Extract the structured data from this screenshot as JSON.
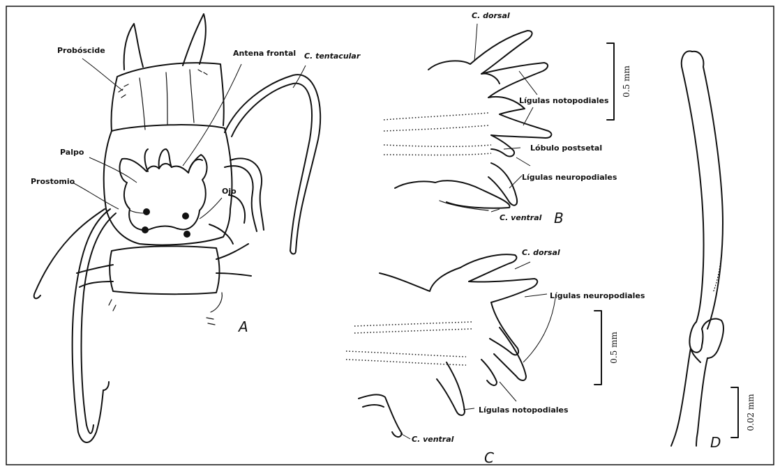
{
  "figure": {
    "panel_a": {
      "letter": "A",
      "labels": {
        "proboscis": "Probóscide",
        "frontal_antenna": "Antena frontal",
        "tentacular_cirrus": "C. tentacular",
        "palp": "Palpo",
        "eye": "Ojo",
        "prostomium": "Prostomio"
      }
    },
    "panel_b": {
      "letter": "B",
      "labels": {
        "dorsal_cirrus": "C. dorsal",
        "notopodial_ligules": "Lígulas notopodiales",
        "postsetal_lobe": "Lóbulo postsetal",
        "neuropodial_ligules": "Lígulas neuropodiales",
        "ventral_cirrus": "C. ventral"
      },
      "scale_bar": "0.5 mm"
    },
    "panel_c": {
      "letter": "C",
      "labels": {
        "dorsal_cirrus": "C. dorsal",
        "neuropodial_ligules": "Lígulas neuropodiales",
        "notopodial_ligules": "Lígulas notopodiales",
        "ventral_cirrus": "C. ventral"
      },
      "scale_bar": "0.5 mm"
    },
    "panel_d": {
      "letter": "D",
      "scale_bar": "0.02 mm"
    }
  }
}
